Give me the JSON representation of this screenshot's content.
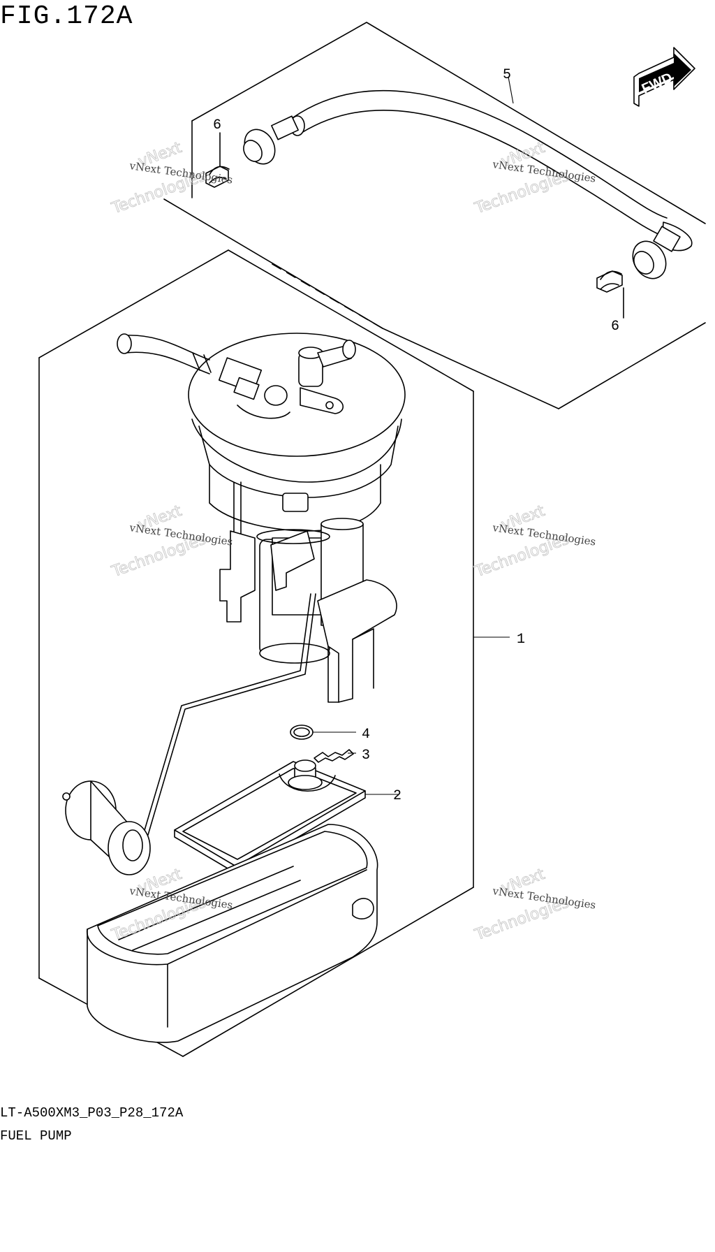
{
  "figure": {
    "title": "FIG.172A",
    "code": "LT-A500XM3_P03_P28_172A",
    "name": "FUEL PUMP"
  },
  "badge": {
    "text": "FWD"
  },
  "callouts": [
    "1",
    "2",
    "3",
    "4",
    "5",
    "6",
    "6"
  ],
  "watermark": {
    "line1": "vNext Technologies",
    "line2": "vNext",
    "line3": "Technologies"
  }
}
